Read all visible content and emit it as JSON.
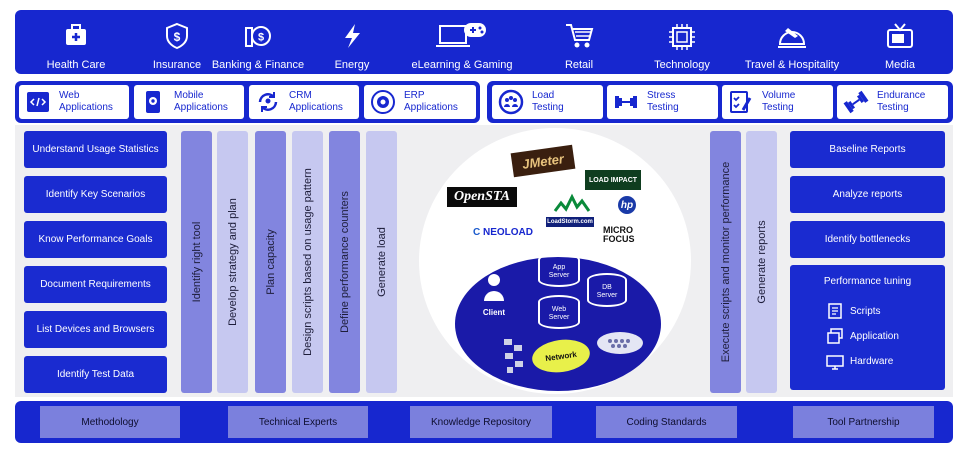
{
  "industries": [
    {
      "label": "Health Care",
      "icon": "medical-kit-icon"
    },
    {
      "label": "Insurance",
      "icon": "shield-dollar-icon"
    },
    {
      "label": "Banking & Finance",
      "icon": "coins-icon"
    },
    {
      "label": "Energy",
      "icon": "lightning-icon"
    },
    {
      "label": "eLearning & Gaming",
      "icon": "laptop-gamepad-icon"
    },
    {
      "label": "Retail",
      "icon": "shopping-cart-icon"
    },
    {
      "label": "Technology",
      "icon": "chip-icon"
    },
    {
      "label": "Travel & Hospitality",
      "icon": "plane-cloche-icon"
    },
    {
      "label": "Media",
      "icon": "tv-icon"
    }
  ],
  "applications": [
    {
      "line1": "Web",
      "line2": "Applications",
      "icon": "code-window-icon"
    },
    {
      "line1": "Mobile",
      "line2": "Applications",
      "icon": "mobile-gear-icon"
    },
    {
      "line1": "CRM",
      "line2": "Applications",
      "icon": "sync-people-icon"
    },
    {
      "line1": "ERP",
      "line2": "Applications",
      "icon": "gear-circle-icon"
    }
  ],
  "testing": [
    {
      "line1": "Load",
      "line2": "Testing",
      "icon": "people-circle-icon"
    },
    {
      "line1": "Stress",
      "line2": "Testing",
      "icon": "dumbbell-icon"
    },
    {
      "line1": "Volume",
      "line2": "Testing",
      "icon": "checklist-pen-icon"
    },
    {
      "line1": "Endurance",
      "line2": "Testing",
      "icon": "dumbbell-tilted-icon"
    }
  ],
  "left_steps": [
    "Understand Usage Statistics",
    "Identify Key Scenarios",
    "Know Performance Goals",
    "Document Requirements",
    "List Devices and Browsers",
    "Identify Test Data"
  ],
  "process_columns": [
    "Identify right tool",
    "Develop strategy and plan",
    "Plan capacity",
    "Design scripts based on usage pattern",
    "Define performance counters",
    "Generate load"
  ],
  "right_columns": [
    "Execute scripts and monitor performance",
    "Generate reports"
  ],
  "reports": [
    "Baseline Reports",
    "Analyze reports",
    "Identify bottlenecks"
  ],
  "tuning": {
    "title": "Performance tuning",
    "items": [
      {
        "label": "Scripts",
        "icon": "document-icon"
      },
      {
        "label": "Application",
        "icon": "windows-icon"
      },
      {
        "label": "Hardware",
        "icon": "monitor-icon"
      }
    ]
  },
  "tools": {
    "jmeter": "JMeter",
    "openSTA": "OpenSTA",
    "loadimpact": "LOAD IMPACT",
    "loadstorm": "LoadStorm.com",
    "hp": "hp",
    "neoload": "NEOLOAD",
    "microfocus_1": "MICRO",
    "microfocus_2": "FOCUS"
  },
  "architecture": {
    "client": "Client",
    "app_server_1": "App",
    "app_server_2": "Server",
    "db_server_1": "DB",
    "db_server_2": "Server",
    "web_server_1": "Web",
    "web_server_2": "Server",
    "network": "Network"
  },
  "foundations": [
    "Methodology",
    "Technical Experts",
    "Knowledge Repository",
    "Coding Standards",
    "Tool Partnership"
  ]
}
